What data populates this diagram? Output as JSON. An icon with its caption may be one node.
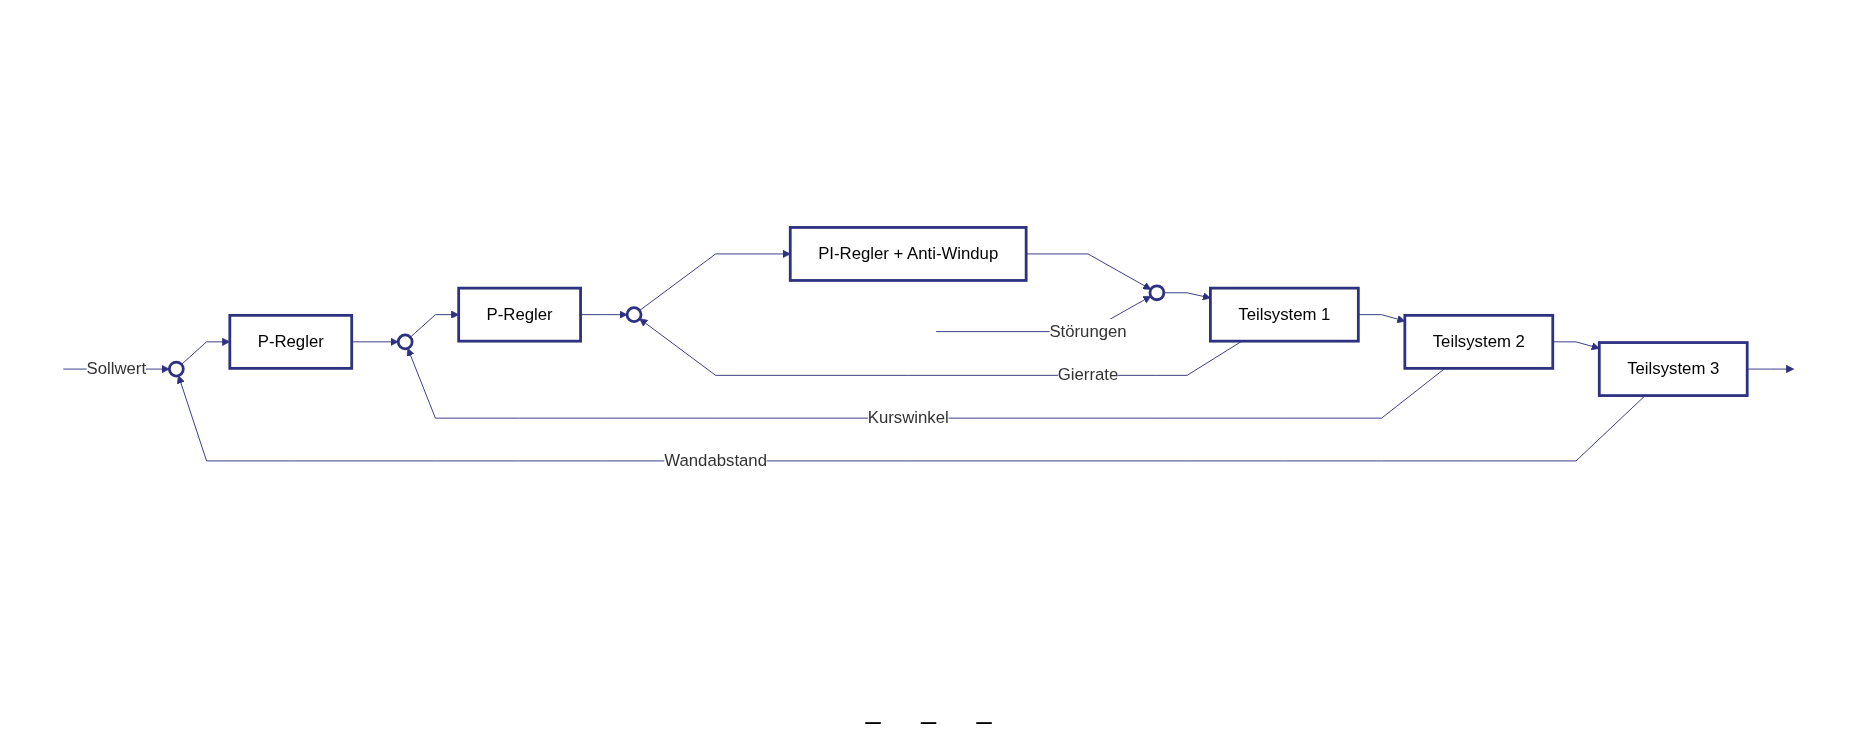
{
  "diagram": {
    "nodes": [
      {
        "text": [],
        "shape": "circle"
      },
      {
        "text": [
          "P-Regler"
        ]
      },
      {
        "text": [],
        "shape": "circle"
      },
      {
        "text": [
          "P-Regler"
        ]
      },
      {
        "text": [],
        "shape": "circle"
      },
      {
        "text": [
          "PI-Regler + Anti-Windup"
        ]
      },
      {
        "text": [],
        "shape": "circle"
      },
      {
        "text": [
          "Teilsystem 1"
        ]
      },
      {
        "text": [
          "Teilsystem 2"
        ]
      },
      {
        "text": [
          "Teilsystem 3"
        ]
      }
    ],
    "edges": [
      {
        "from": null,
        "to": 0,
        "arrow": "to",
        "label": "Sollwert"
      },
      {
        "from": 0,
        "to": 1,
        "arrow": "to"
      },
      {
        "from": 1,
        "to": 2,
        "arrow": "to"
      },
      {
        "from": 2,
        "to": 3,
        "arrow": "to"
      },
      {
        "from": 3,
        "to": 4,
        "arrow": "to"
      },
      {
        "from": 4,
        "to": 5,
        "arrow": "to"
      },
      {
        "from": 5,
        "to": 6,
        "arrow": "to"
      },
      {
        "from": null,
        "to": 6,
        "arrow": "to",
        "label": "Störungen"
      },
      {
        "from": 6,
        "to": 7,
        "arrow": "to"
      },
      {
        "from": 7,
        "to": 8,
        "arrow": "to"
      },
      {
        "from": 8,
        "to": 9,
        "arrow": "to"
      },
      {
        "from": 9,
        "to": null,
        "arrow": "to"
      },
      {
        "from": 7,
        "to": 4,
        "arrow": "to",
        "label": "Gierrate"
      },
      {
        "from": 8,
        "to": 2,
        "arrow": "to",
        "label": "Kurswinkel"
      },
      {
        "from": 9,
        "to": 0,
        "arrow": "to",
        "label": "Wandabstand"
      }
    ],
    "labels": [
      "–",
      "–",
      "–"
    ]
  }
}
